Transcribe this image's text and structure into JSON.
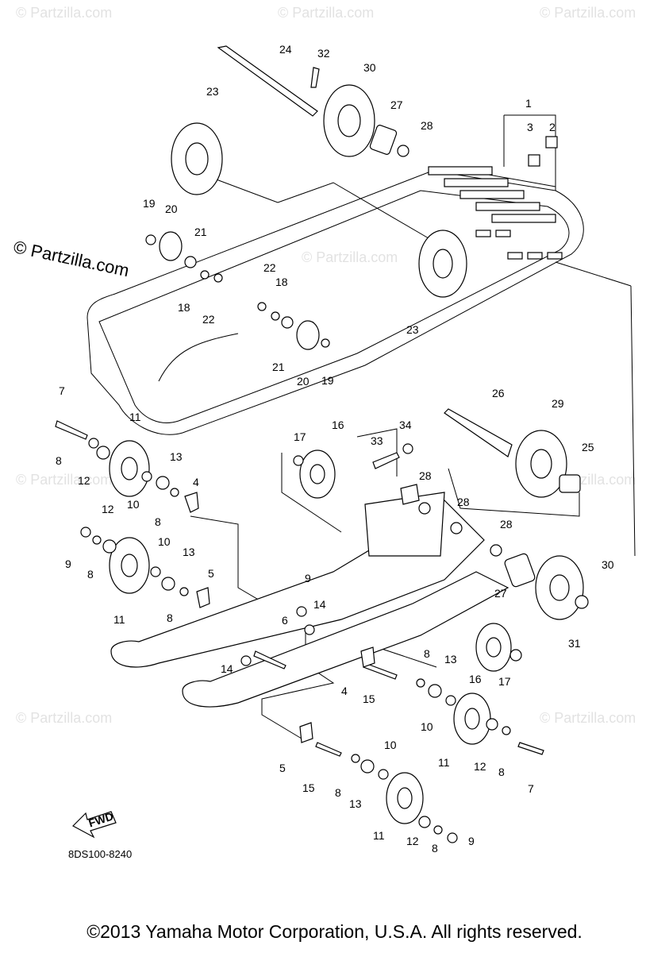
{
  "watermark": "© Partzilla.com",
  "diagram_code": "8DS100-8240",
  "fwd_label": "FWD",
  "copyright": "©2013 Yamaha Motor Corporation, U.S.A. All rights reserved.",
  "callouts": [
    "1",
    "2",
    "3",
    "4",
    "5",
    "6",
    "7",
    "8",
    "9",
    "10",
    "11",
    "12",
    "13",
    "14",
    "15",
    "16",
    "17",
    "18",
    "19",
    "20",
    "21",
    "22",
    "23",
    "24",
    "25",
    "26",
    "27",
    "28",
    "29",
    "30",
    "31",
    "32",
    "33",
    "34"
  ]
}
